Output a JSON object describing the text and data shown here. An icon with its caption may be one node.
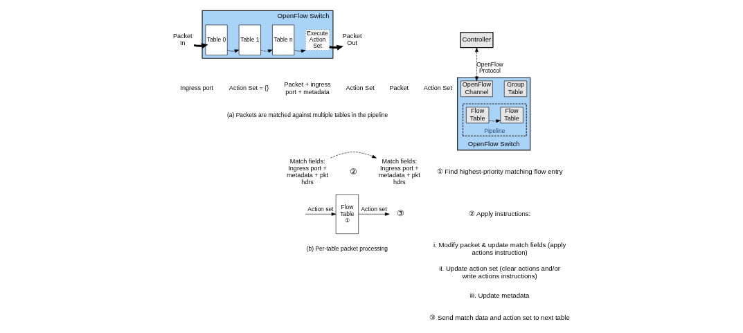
{
  "diagram": {
    "nodes": [
      {
        "text": [
          "OpenFlow Switch"
        ]
      },
      {
        "text": [
          "Table 0"
        ],
        "in": 0
      },
      {
        "text": [
          "Table 1"
        ],
        "in": 0
      },
      {
        "text": [
          "Table n"
        ],
        "in": 0
      },
      {
        "text": [
          "Execute Action Set"
        ],
        "in": 0
      },
      {
        "text": [
          "Packet In"
        ]
      },
      {
        "text": [
          "Packet Out"
        ]
      },
      {
        "text": [
          "Flow Table",
          "①"
        ]
      },
      {
        "text": [
          "Match fields:",
          "Ingress port + metadata + pkt hdrs"
        ]
      },
      {
        "text": [
          "Match fields:",
          "Ingress port + metadata + pkt hdrs"
        ]
      },
      {
        "text": [
          "③"
        ]
      },
      {
        "text": [
          "Controller"
        ]
      },
      {
        "text": [
          "OpenFlow Switch"
        ]
      },
      {
        "text": [
          "OpenFlow Channel"
        ],
        "in": 12
      },
      {
        "text": [
          "Group Table"
        ],
        "in": 12
      },
      {
        "text": [
          "Pipeline"
        ],
        "in": 12
      },
      {
        "text": [
          "Flow Table"
        ],
        "in": 15
      },
      {
        "text": [
          "Flow Table"
        ],
        "in": 15
      }
    ],
    "edges": [
      {
        "from": 5,
        "to": 1,
        "arrow": "to",
        "style": "thick"
      },
      {
        "from": 1,
        "to": 2,
        "arrow": "to"
      },
      {
        "from": 2,
        "to": 3,
        "arrow": "to",
        "style": "dashed"
      },
      {
        "from": 3,
        "to": 4,
        "arrow": "to"
      },
      {
        "from": 4,
        "to": 6,
        "arrow": "to",
        "style": "thick"
      },
      {
        "from": 8,
        "to": 9,
        "arrow": "to",
        "style": "dashed"
      },
      {
        "from": null,
        "to": 7,
        "arrow": "to",
        "label": "Action set"
      },
      {
        "from": 7,
        "to": 10,
        "arrow": "to",
        "label": "Action set"
      },
      {
        "from": 11,
        "to": 13,
        "arrow": "both",
        "style": "dashed",
        "label": "OpenFlow Protocol"
      },
      {
        "from": 16,
        "to": 17,
        "arrow": "to",
        "style": "dashed"
      }
    ],
    "labels": [
      "Ingress port",
      "Action Set = {}",
      "Packet + ingress port + metadata",
      "Action Set",
      "Packet",
      "Action Set",
      "(a) Packets are matched against multiple tables in the pipeline",
      "②",
      "① Find highest-priority matching flow entry",
      "② Apply instructions:",
      "i. Modify packet & update match fields (apply actions instruction)",
      "ii. Update action set (clear actions and/or write actions instructions)",
      "iii. Update metadata",
      "③ Send match data and action set to next table",
      "(b) Per-table packet processing"
    ]
  }
}
